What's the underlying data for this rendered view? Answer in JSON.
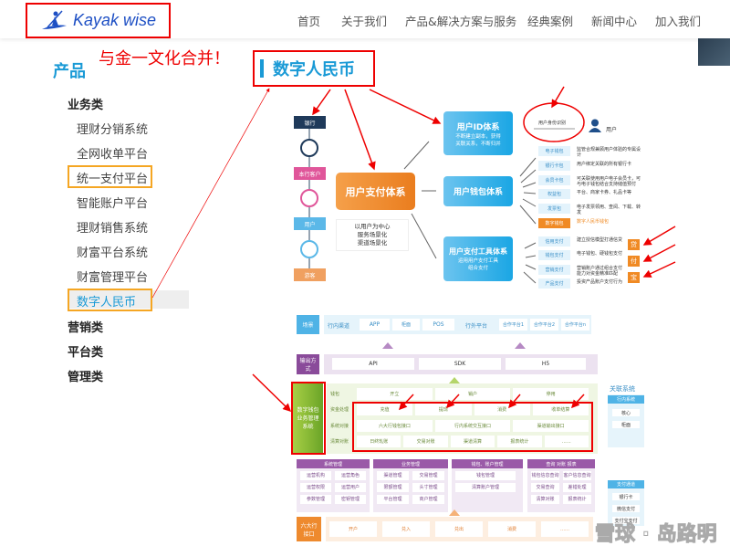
{
  "header": {
    "logo": "Kayak wise",
    "nav": [
      "首页",
      "关于我们",
      "产品&解决方案与服务",
      "经典案例",
      "新闻中心",
      "加入我们"
    ]
  },
  "annotation": "与金一文化合并！",
  "sidebar": {
    "title": "产品",
    "category": "业务类",
    "items": [
      "理财分销系统",
      "全网收单平台",
      "统一支付平台",
      "智能账户平台",
      "理财销售系统",
      "财富平台系统",
      "财富管理平台",
      "数字人民币"
    ],
    "other_categories": [
      "营销类",
      "平台类",
      "管理类"
    ]
  },
  "content": {
    "title": "数字人民币"
  },
  "diagram_top": {
    "chain": [
      "银行",
      "本行客户",
      "用户",
      "游客"
    ],
    "center": "用户支付体系",
    "center_note": [
      "以用户为中心",
      "服务场景化",
      "渠道场景化"
    ],
    "id_system": {
      "title": "用户ID体系",
      "desc": [
        "不断建立副本，获得",
        "关联关系，不断归并"
      ]
    },
    "wallet_system": "用户钱包体系",
    "tool_system": {
      "title": "用户支付工具体系",
      "desc": [
        "运用用户支付工具",
        "组合支付"
      ]
    },
    "identity": "用户身份识别",
    "user": "用户",
    "wallets": [
      [
        "电子钱包",
        "监管合规兼顾用户体验的专属设计"
      ],
      [
        "银行卡包",
        "用户绑定关联的所有银行卡"
      ],
      [
        "会员卡包",
        "可关联使用用户电子会员卡，可与电子钱包结合支持储值预付"
      ],
      [
        "权益包",
        "平台、商家卡券、礼品卡等"
      ],
      [
        "发票包",
        "电子发票领用、查阅、下载、转发"
      ],
      [
        "数字钱包",
        "数字人民币钱包"
      ]
    ],
    "tools": [
      [
        "信用支付",
        "建立授信模型打通信贷"
      ],
      [
        "钱包支付",
        "电子钱包、硬钱包支付"
      ],
      [
        "营销支付",
        "营销账户通过组合支付能力对资金精准匹配"
      ],
      [
        "产品支付",
        "投资产品账户支付行为"
      ]
    ],
    "badges": [
      "贷",
      "付",
      "宝"
    ]
  },
  "diagram_bottom": {
    "scene": {
      "label": "场景",
      "inner": "行内渠道",
      "inner_items": [
        "APP",
        "柜面",
        "POS"
      ],
      "outer": "行外平台",
      "outer_items": [
        "合作平台1",
        "合作平台2",
        "合作平台n"
      ]
    },
    "output": {
      "label": "输出方式",
      "items": [
        "API",
        "SDK",
        "H5"
      ]
    },
    "core": {
      "label": "数字钱包业务管理系统",
      "rows": [
        {
          "name": "钱包",
          "items": [
            "开立",
            "销户",
            "停用"
          ]
        },
        {
          "name": "资金处理",
          "items": [
            "充值",
            "提现",
            "消费",
            "收单结算"
          ]
        },
        {
          "name": "系统对接",
          "items": [
            "六大行钱包接口",
            "行内系统交互接口",
            "渠道输出接口"
          ]
        },
        {
          "name": "清算对账",
          "items": [
            "日终轧账",
            "交易对账",
            "渠道清算",
            "报表统计",
            "……"
          ]
        }
      ]
    },
    "related": {
      "title": "关联系统",
      "header": "行内系统",
      "items": [
        "核心",
        "柜面"
      ]
    },
    "panels": [
      {
        "title": "系统管理",
        "items": [
          "运营机构",
          "运营角色",
          "运营权限",
          "运营用户",
          "参数管理",
          "密钥管理"
        ]
      },
      {
        "title": "业务管理",
        "items": [
          "渠道管理",
          "交易管理",
          "限额管理",
          "头寸管理",
          "平台管理",
          "商户管理"
        ]
      },
      {
        "title": "钱包、账户管理",
        "items": [
          "钱包管理",
          "清算账户管理"
        ]
      },
      {
        "title": "查询 对账 报表",
        "items": [
          "钱包信息查询",
          "客户信息查询",
          "交易查询",
          "差错处理",
          "清算对账",
          "报表统计"
        ]
      }
    ],
    "channel": {
      "title": "支付通道",
      "items": [
        "银行卡",
        "微信支付",
        "支付宝支付"
      ]
    },
    "bank_if": {
      "label": "六大行接口",
      "items": [
        "开户",
        "兑入",
        "兑出",
        "消费",
        "……"
      ]
    }
  },
  "watermark": "雪球 · 岛路明",
  "colors": {
    "accent": "#1a9ad6",
    "annotation": "#e00000",
    "orange": "#f08a24"
  }
}
